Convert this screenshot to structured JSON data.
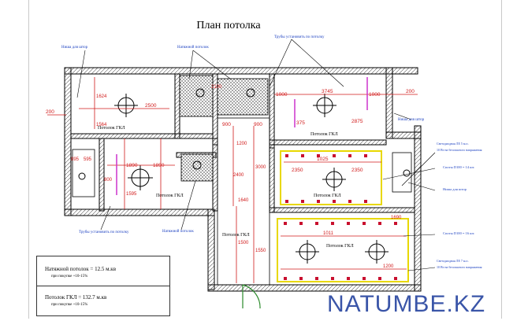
{
  "title": "План потолка",
  "labels": {
    "niche_curtain_top_left": "Ниша для штор",
    "stretch_ceiling_top": "Натяжной потолок",
    "pipes_top": "Трубы установить по потолку",
    "niche_curtain_right": "Ниша для штор",
    "pipes_bottom": "Трубы установить по потолку",
    "stretch_ceiling_bottom": "Натяжной потолок",
    "gkl_1": "Потолок ГКЛ",
    "gkl_2": "Потолок ГКЛ",
    "gkl_3": "Потолок ГКЛ",
    "gkl_4": "Потолок ГКЛ",
    "gkl_5": "Потолок ГКЛ",
    "gkl_6": "Потолок ГКЛ",
    "led_strip_1": "Светодиодная ЛЕ 5 м.п.",
    "led_strip_1b": "10 Вт на безопасного напряжения",
    "spots_1": "Споты D100 = 14 шт.",
    "niche_curtain_mid": "Ниша для штор",
    "spots_2": "Споты D100 = 16 шт.",
    "led_strip_2": "Светодиодная ЛЕ 7 м.п.",
    "led_strip_2b": "10 Вт на безопасного напряжения"
  },
  "dims": {
    "d200_left": "200",
    "d1624": "1624",
    "d1564": "1564",
    "d2500": "2500",
    "d2100": "2100",
    "d1000a": "1000",
    "d3745": "3745",
    "d1000b": "1000",
    "d200_right": "200",
    "d375": "375",
    "d2875": "2875",
    "d900a": "900",
    "d900b": "900",
    "d1200": "1200",
    "d2400": "2400",
    "d3000": "3000",
    "d895": "895",
    "d595": "595",
    "d1890a": "1890",
    "d1890b": "1890",
    "d800": "800",
    "d1595": "1595",
    "d1640": "1640",
    "d1500": "1500",
    "d1550": "1550",
    "d2350a": "2350",
    "d2350b": "2350",
    "d1025": "1025",
    "d1690": "1690",
    "d1011": "1011",
    "d1200b": "1200"
  },
  "legend": {
    "stretch": "Натяжной потолок = 12.5 м.кв",
    "stretch_note": "при покупке    +10-15%",
    "gkl": "Потолок ГКЛ = 132.7 м.кв",
    "gkl_note": "при покупке    +10-15%"
  },
  "watermark": "NATUMBE.KZ"
}
